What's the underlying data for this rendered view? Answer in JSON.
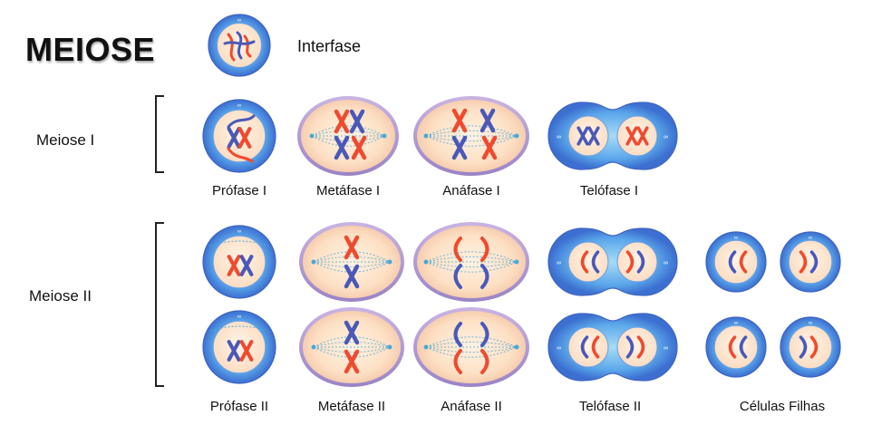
{
  "title": "MEIOSE",
  "interphase_label": "Interfase",
  "groups": {
    "meiosis_1": "Meiose I",
    "meiosis_2": "Meiose II"
  },
  "phases_1": [
    "Prófase I",
    "Metáfase I",
    "Anáfase I",
    "Telófase I"
  ],
  "phases_2": [
    "Prófase II",
    "Metáfase II",
    "Anáfase II",
    "Telófase II",
    "Células Filhas"
  ],
  "colors": {
    "chromosome_red": "#f04a2e",
    "chromosome_blue": "#4a58b8",
    "cytoplasm": "#fde2c8",
    "membrane_blue": "#4f8fe0",
    "membrane_purple": "#b9a3d6",
    "spindle": "#4aa8d8"
  }
}
